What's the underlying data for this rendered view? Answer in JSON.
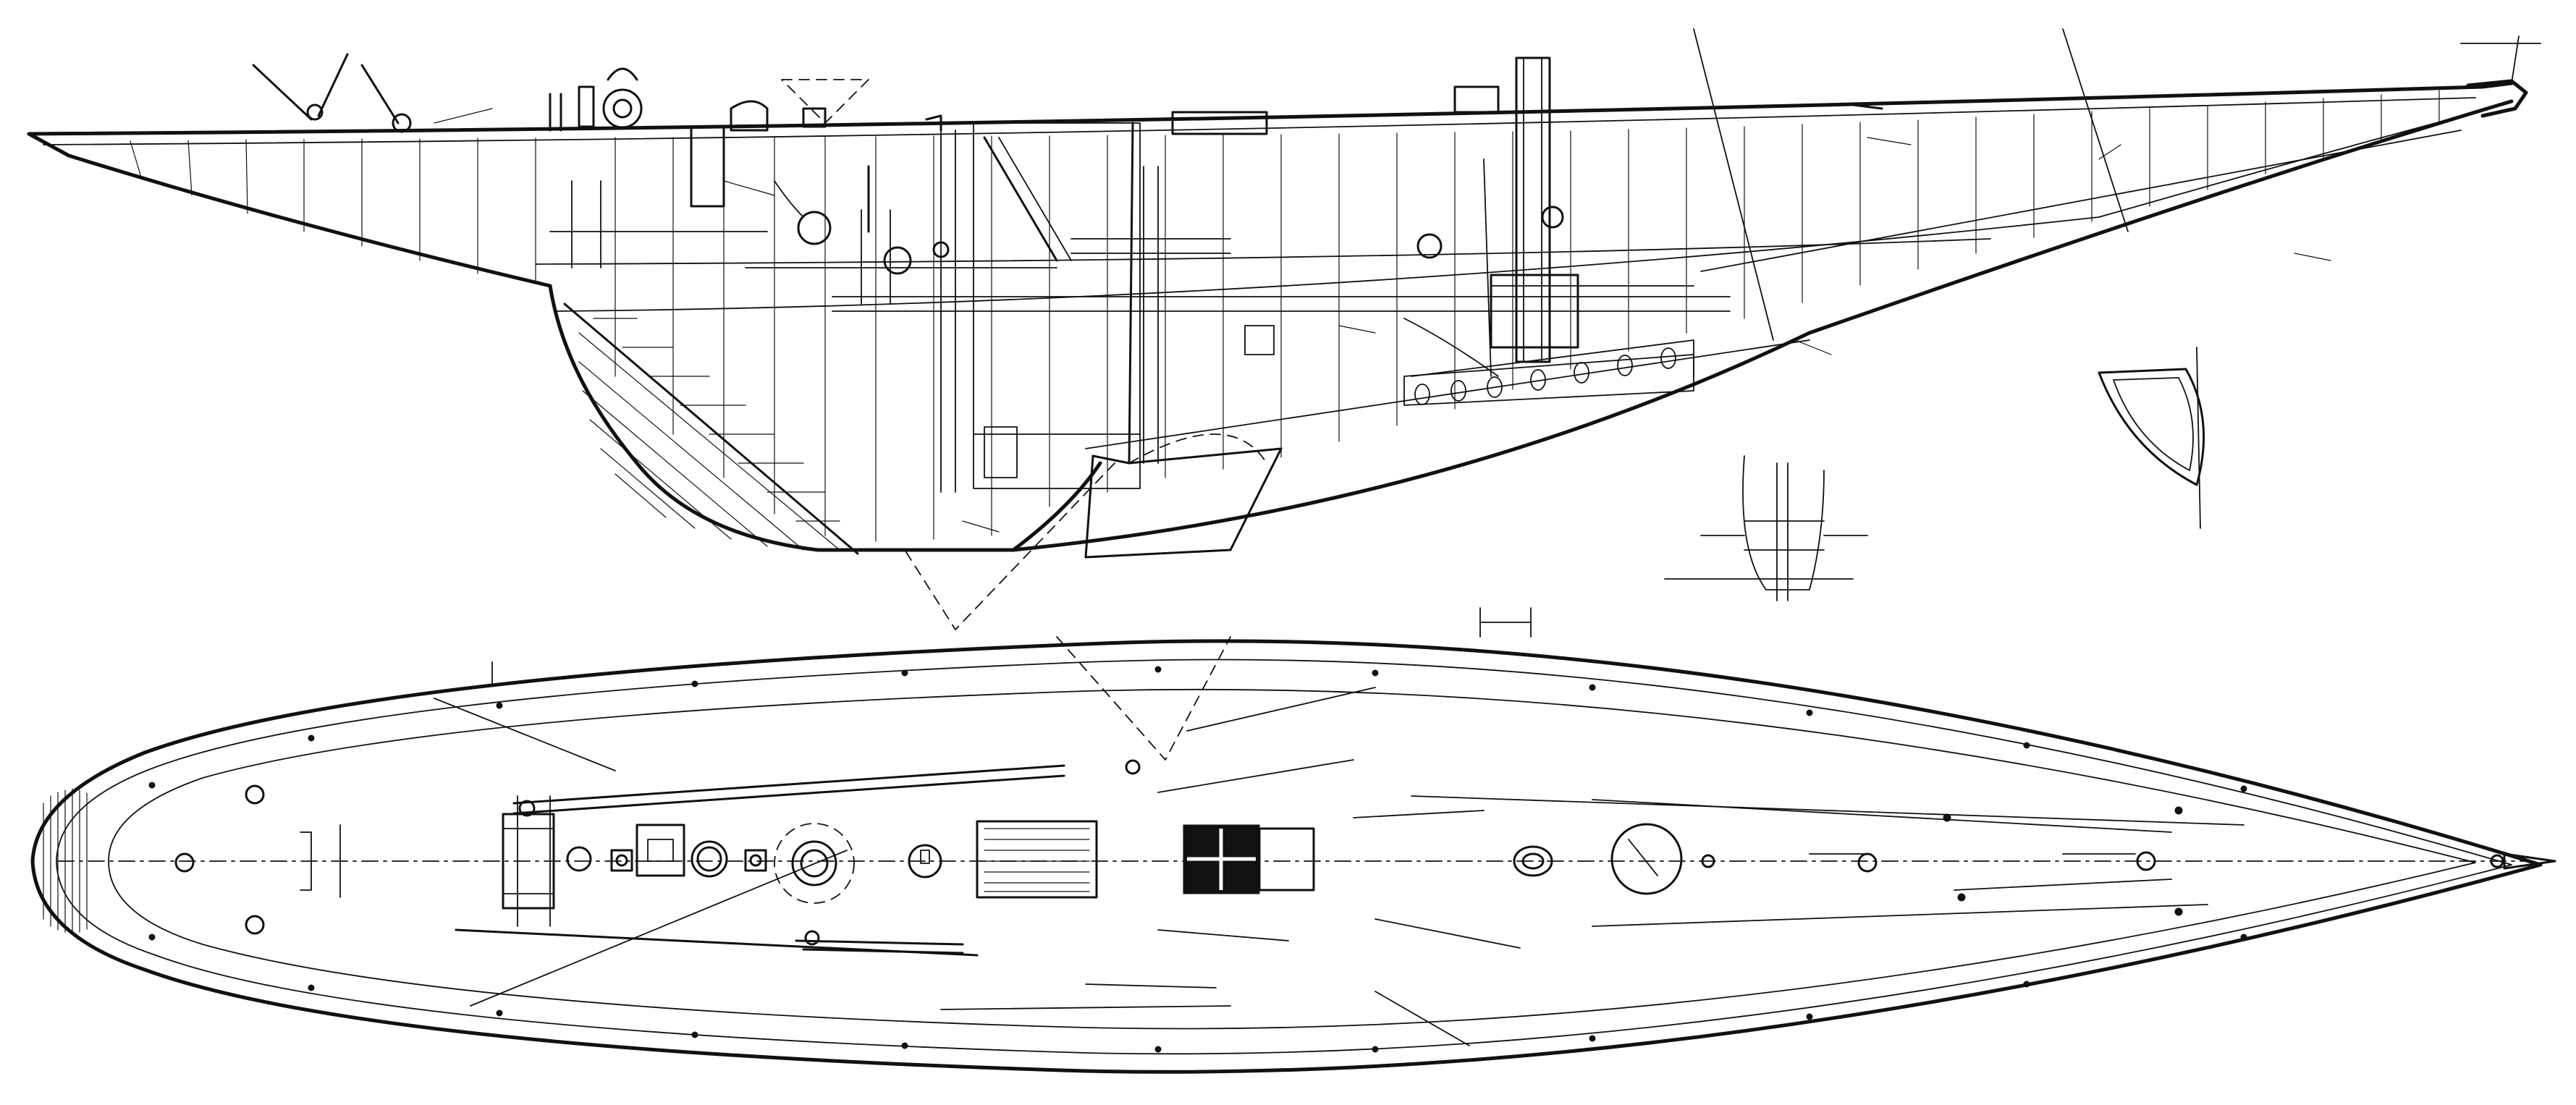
{
  "drawing": {
    "kind": "sailing yacht construction plan",
    "views": [
      "profile",
      "deck-plan",
      "midship-section",
      "detail-section"
    ],
    "colors": {
      "ink": "#111111",
      "paper": "#ffffff"
    }
  }
}
